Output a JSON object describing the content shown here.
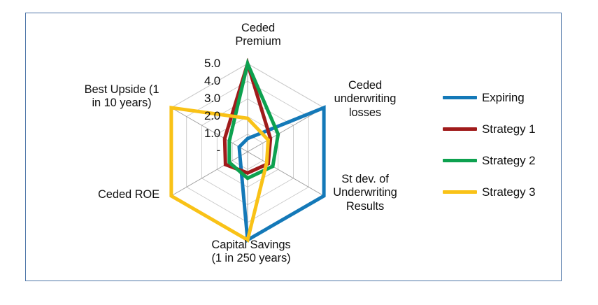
{
  "chart_data": {
    "type": "radar",
    "title": "",
    "categories": [
      "Ceded Premium",
      "Ceded underwriting losses",
      "St dev. of Underwriting Results",
      "Capital Savings (1 in 250 years)",
      "Ceded ROE",
      "Best Upside (1 in 10 years)"
    ],
    "category_labels": [
      "Ceded\nPremium",
      "Ceded\nunderwriting\nlosses",
      "St dev. of\nUnderwriting\nResults",
      "Capital Savings\n(1 in 250 years)",
      "Ceded ROE",
      "Best Upside (1\nin 10 years)"
    ],
    "tick_labels": [
      "-",
      "1.0",
      "2.0",
      "3.0",
      "4.0",
      "5.0"
    ],
    "tick_values": [
      0,
      1,
      2,
      3,
      4,
      5
    ],
    "rlim": [
      0,
      5
    ],
    "grid": true,
    "legend_position": "right",
    "series": [
      {
        "name": "Expiring",
        "color": "#1479B8",
        "values": [
          0.75,
          5.0,
          5.0,
          5.0,
          0.5,
          0.55
        ]
      },
      {
        "name": "Strategy 1",
        "color": "#A01B1B",
        "values": [
          5.0,
          1.5,
          1.35,
          1.2,
          1.45,
          1.5
        ]
      },
      {
        "name": "Strategy 2",
        "color": "#0DA14F",
        "values": [
          5.0,
          2.0,
          1.65,
          1.5,
          1.2,
          1.2
        ]
      },
      {
        "name": "Strategy 3",
        "color": "#F9C217",
        "values": [
          1.9,
          1.35,
          1.25,
          5.0,
          5.0,
          5.0
        ]
      }
    ]
  },
  "legend": {
    "items": [
      {
        "label": "Expiring",
        "color": "#1479B8"
      },
      {
        "label": "Strategy 1",
        "color": "#A01B1B"
      },
      {
        "label": "Strategy 2",
        "color": "#0DA14F"
      },
      {
        "label": "Strategy 3",
        "color": "#F9C217"
      }
    ]
  },
  "frame": {
    "border_color": "#4F76A8",
    "background": "#FFFFFF"
  }
}
